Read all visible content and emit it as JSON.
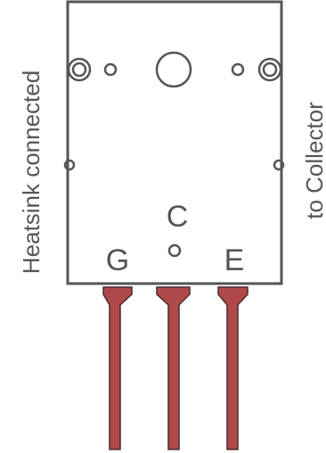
{
  "pins": [
    {
      "label": "G"
    },
    {
      "label": "E"
    }
  ],
  "center_label": "C",
  "side_labels": {
    "left": "Heatsink connected",
    "right": "to Collector"
  },
  "colors": {
    "body_fill": "#ffffff",
    "body_stroke": "#555555",
    "lead_fill": "#b04a4a",
    "lead_stroke": "#4a2a2a",
    "text": "#555555"
  }
}
